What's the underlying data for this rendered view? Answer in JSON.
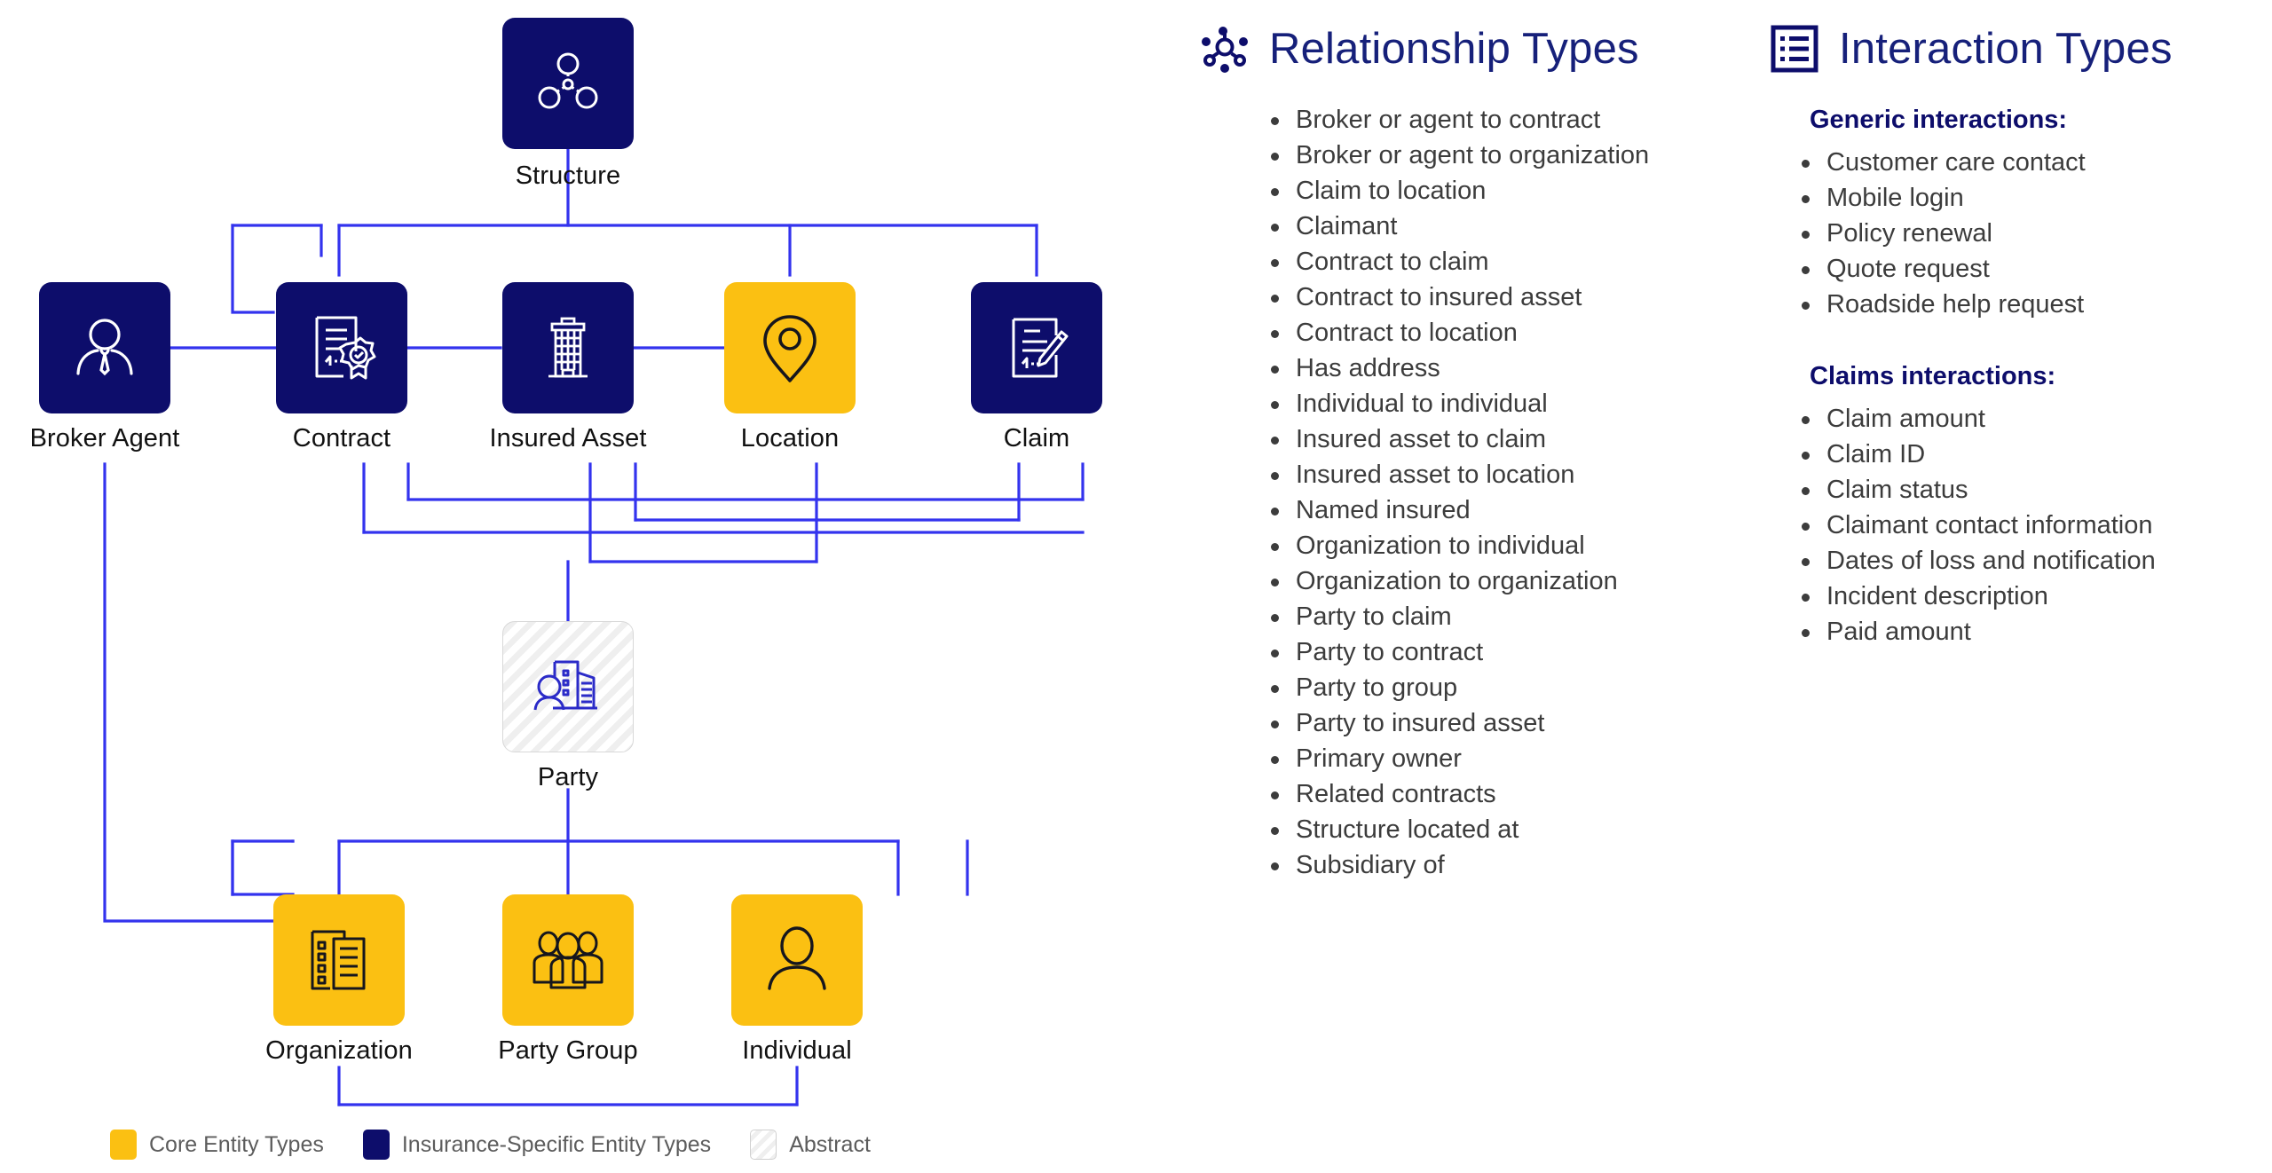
{
  "diagram": {
    "nodes": [
      {
        "id": "structure",
        "label": "Structure",
        "style": "navy",
        "icon": "network-nodes-icon"
      },
      {
        "id": "broker_agent",
        "label": "Broker Agent",
        "style": "navy",
        "icon": "person-tie-icon"
      },
      {
        "id": "contract",
        "label": "Contract",
        "style": "navy",
        "icon": "certificate-document-icon"
      },
      {
        "id": "insured_asset",
        "label": "Insured Asset",
        "style": "navy",
        "icon": "office-building-icon"
      },
      {
        "id": "location",
        "label": "Location",
        "style": "gold",
        "icon": "map-pin-icon"
      },
      {
        "id": "claim",
        "label": "Claim",
        "style": "navy",
        "icon": "document-pen-icon"
      },
      {
        "id": "party",
        "label": "Party",
        "style": "abstract",
        "icon": "person-building-icon"
      },
      {
        "id": "organization",
        "label": "Organization",
        "style": "gold",
        "icon": "buildings-list-icon"
      },
      {
        "id": "party_group",
        "label": "Party Group",
        "style": "gold",
        "icon": "people-group-icon"
      },
      {
        "id": "individual",
        "label": "Individual",
        "style": "gold",
        "icon": "person-icon"
      }
    ],
    "legend": [
      {
        "swatch": "gold",
        "label": "Core Entity Types"
      },
      {
        "swatch": "navy",
        "label": "Insurance-Specific Entity Types"
      },
      {
        "swatch": "abs",
        "label": "Abstract"
      }
    ],
    "connector_color": "#3333ee"
  },
  "relationship_types": {
    "icon": "relationship-network-icon",
    "title": "Relationship Types",
    "items": [
      "Broker or agent to contract",
      "Broker or agent to organization",
      "Claim to location",
      "Claimant",
      "Contract to claim",
      "Contract to insured asset",
      "Contract to location",
      "Has address",
      "Individual to individual",
      "Insured asset to claim",
      "Insured asset to location",
      "Named insured",
      "Organization to individual",
      "Organization to organization",
      "Party to claim",
      "Party to contract",
      "Party to group",
      "Party to insured asset",
      "Primary owner",
      "Related contracts",
      "Structure located at",
      "Subsidiary of"
    ]
  },
  "interaction_types": {
    "icon": "list-box-icon",
    "title": "Interaction Types",
    "groups": [
      {
        "heading": "Generic interactions:",
        "items": [
          "Customer care contact",
          "Mobile login",
          "Policy renewal",
          "Quote request",
          "Roadside help request"
        ]
      },
      {
        "heading": "Claims interactions:",
        "items": [
          "Claim amount",
          "Claim ID",
          "Claim status",
          "Claimant contact information",
          "Dates of loss and notification",
          "Incident description",
          "Paid amount"
        ]
      }
    ]
  }
}
